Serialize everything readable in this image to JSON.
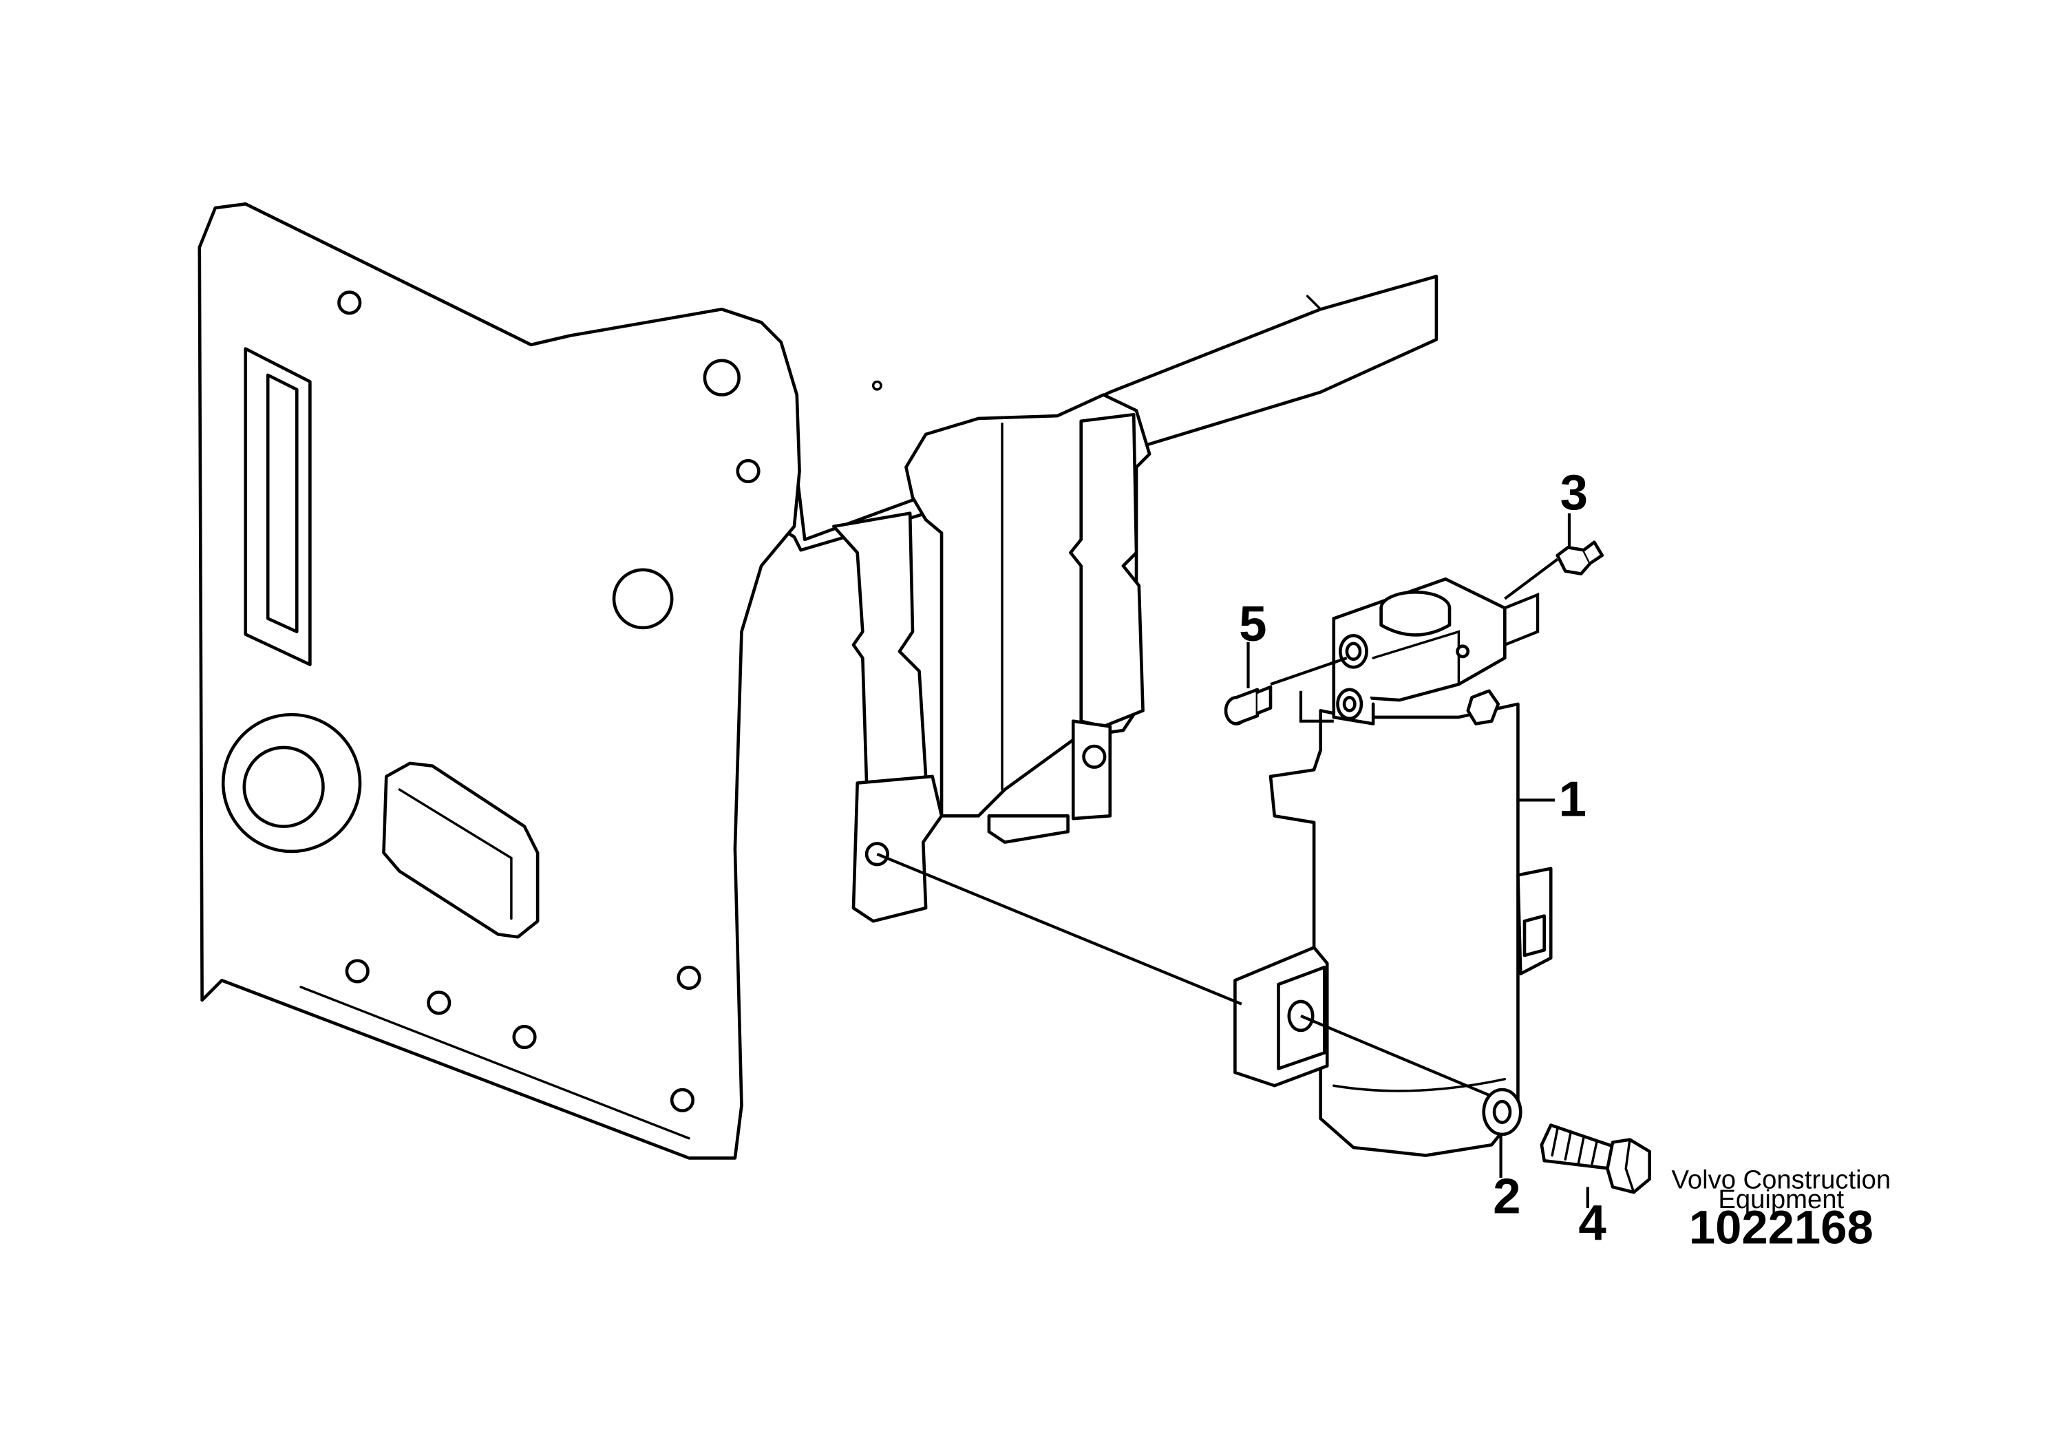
{
  "callouts": [
    {
      "id": "1",
      "label": "1"
    },
    {
      "id": "2",
      "label": "2"
    },
    {
      "id": "3",
      "label": "3"
    },
    {
      "id": "4",
      "label": "4"
    },
    {
      "id": "5",
      "label": "5"
    }
  ],
  "footer": {
    "maker_line1": "Volvo Construction",
    "maker_line2": "Equipment",
    "doc_number": "1022168"
  }
}
